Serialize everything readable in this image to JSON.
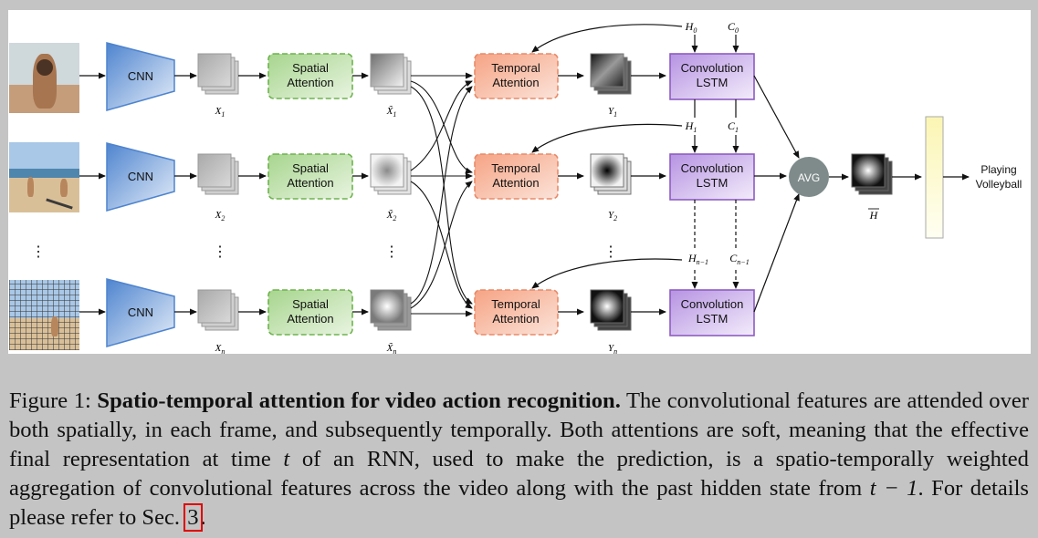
{
  "diagram": {
    "rows": [
      {
        "cnn": "CNN",
        "spatial": "Spatial\nAttention",
        "x": "X",
        "x_sub": "1",
        "xhat": "X̃",
        "xhat_sub": "1",
        "temporal": "Temporal\nAttention",
        "y": "Y",
        "y_sub": "1",
        "lstm": "Convolution\nLSTM",
        "h": "H",
        "h_sub": "0",
        "c": "C",
        "c_sub": "0"
      },
      {
        "cnn": "CNN",
        "spatial": "Spatial\nAttention",
        "x": "X",
        "x_sub": "2",
        "xhat": "X̃",
        "xhat_sub": "2",
        "temporal": "Temporal\nAttention",
        "y": "Y",
        "y_sub": "2",
        "lstm": "Convolution\nLSTM",
        "h": "H",
        "h_sub": "1",
        "c": "C",
        "c_sub": "1"
      },
      {
        "cnn": "CNN",
        "spatial": "Spatial\nAttention",
        "x": "X",
        "x_sub": "n",
        "xhat": "X̃",
        "xhat_sub": "n",
        "temporal": "Temporal\nAttention",
        "y": "Y",
        "y_sub": "n",
        "lstm": "Convolution\nLSTM",
        "h": "H",
        "h_sub": "n−1",
        "c": "C",
        "c_sub": "n−1"
      }
    ],
    "ellipsis": "⋮",
    "avg_label": "AVG",
    "hbar_label": "H",
    "output_label": "Playing\nVolleyball",
    "colors": {
      "cnn": "#5b8fd6",
      "spatial_fill": "#a7d58e",
      "spatial_stroke": "#6db34d",
      "temporal_fill": "#f7b197",
      "temporal_stroke": "#e98a68",
      "lstm_fill": "#c7aee6",
      "lstm_stroke": "#8e5cc2",
      "avg": "#7f8b8b",
      "classifier": "#fbf8cc"
    }
  },
  "caption": {
    "figure_label": "Figure 1:",
    "title": "Spatio-temporal attention for video action recognition.",
    "text_1": "The convolutional features are attended over both spatially, in each frame, and subsequently temporally. Both attentions are soft, meaning that the effective final representation at time",
    "math_t": "t",
    "text_2": "of an RNN, used to make the prediction, is a spatio-temporally weighted aggregation of convolutional features across the video along with the past hidden state from",
    "math_t_minus": "t − 1",
    "text_3": ". For details please refer to Sec.",
    "ref": "3",
    "text_4": "."
  }
}
